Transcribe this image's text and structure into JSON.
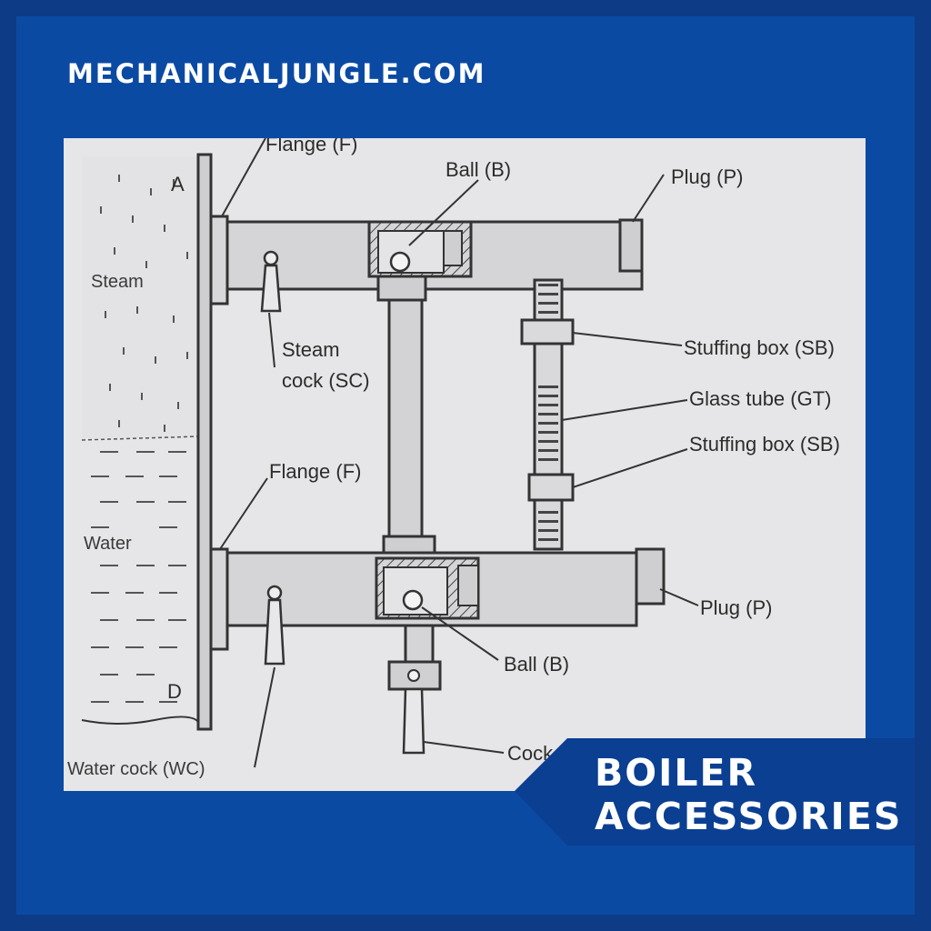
{
  "site_name": "MECHANICALJUNGLE.COM",
  "banner": {
    "line1": "BOILER",
    "line2": "ACCESSORIES"
  },
  "colors": {
    "frame": "#0d3b86",
    "panel": "#0b4aa3",
    "banner": "#0a3f92",
    "paper": "#e6e6e8"
  },
  "diagram": {
    "labels": {
      "flange_top": "Flange (F)",
      "flange_bottom": "Flange (F)",
      "ball_top": "Ball (B)",
      "ball_bottom": "Ball (B)",
      "plug_top": "Plug (P)",
      "plug_bottom": "Plug (P)",
      "steam": "Steam",
      "water": "Water",
      "steam_cock_line1": "Steam",
      "steam_cock_line2": "cock (SC)",
      "stuffing_box_top": "Stuffing box (SB)",
      "glass_tube": "Glass tube (GT)",
      "stuffing_box_bottom": "Stuffing box (SB)",
      "water_cock": "Water cock (WC)",
      "cock": "Cock",
      "point_a": "A",
      "point_d": "D"
    }
  }
}
